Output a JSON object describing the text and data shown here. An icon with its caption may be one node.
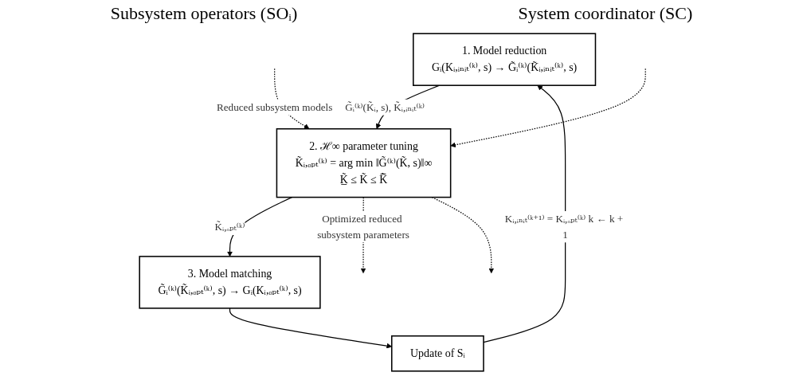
{
  "diagram": {
    "nodes": [
      {
        "text": [
          "1. Model reduction",
          "Gᵢ(Kᵢ,ᵢₙᵢₜ⁽ᵏ⁾, s) → G̃ᵢ⁽ᵏ⁾(K̃ᵢ,ᵢₙᵢₜ⁽ᵏ⁾, s)"
        ]
      },
      {
        "text": [
          "2. ℋ∞ parameter tuning",
          "K̃ᵢ,ₒₚₜ⁽ᵏ⁾ = arg min ‖G̃⁽ᵏ⁾(K̃, s)‖∞",
          "K̲̃ ≤ K̃ ≤ K̃̅"
        ]
      },
      {
        "text": [
          "Update of Sᵢ"
        ]
      },
      {
        "text": [
          "3. Model matching",
          "G̃ᵢ⁽ᵏ⁾(K̃ᵢ,ₒₚₜ⁽ᵏ⁾, s) → Gᵢ(Kᵢ,ₒₚₜ⁽ᵏ⁾, s)"
        ]
      }
    ],
    "edges": [
      {
        "from": 0,
        "to": 1,
        "arrow": "to",
        "label": "G̃ᵢ⁽ᵏ⁾(K̃ᵢ, s), K̃ᵢ,ᵢₙᵢₜ⁽ᵏ⁾"
      },
      {
        "from": null,
        "to": 1,
        "arrow": "to",
        "style": "dashed",
        "label": "Reduced subsystem models"
      },
      {
        "from": null,
        "to": 1,
        "arrow": "to",
        "style": "dashed"
      },
      {
        "from": 1,
        "to": 3,
        "arrow": "to",
        "label": "K̃ᵢ,ₒₚₜ⁽ᵏ⁾"
      },
      {
        "from": 1,
        "to": null,
        "arrow": "to",
        "style": "dashed",
        "label": "Optimized reduced subsystem parameters"
      },
      {
        "from": 1,
        "to": null,
        "arrow": "to",
        "style": "dashed"
      },
      {
        "from": 3,
        "to": 2,
        "arrow": "to"
      },
      {
        "from": 2,
        "to": 0,
        "arrow": "to",
        "label": "Kᵢ,ᵢₙᵢₜ⁽ᵏ⁺¹⁾ = Kᵢ,ₒₚₜ⁽ᵏ⁾ k ← k + 1"
      }
    ],
    "labels": [
      "Subsystem operators (SOᵢ)",
      "System coordinator (SC)"
    ]
  }
}
